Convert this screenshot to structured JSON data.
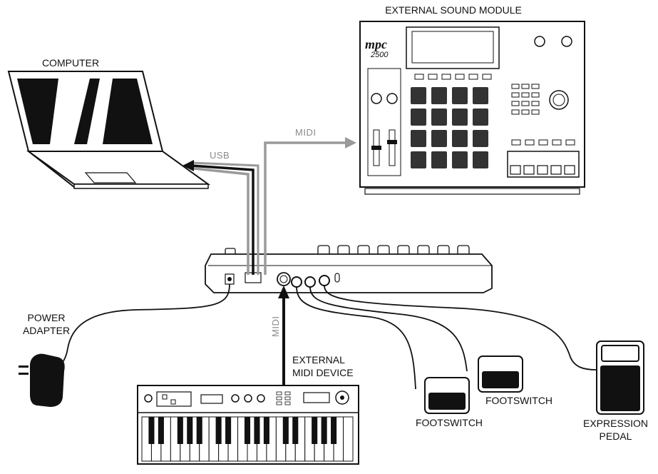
{
  "labels": {
    "sound_module": "EXTERNAL SOUND MODULE",
    "computer": "COMPUTER",
    "power_adapter_line1": "POWER",
    "power_adapter_line2": "ADAPTER",
    "external_midi_line1": "EXTERNAL",
    "external_midi_line2": "MIDI DEVICE",
    "footswitch_1": "FOOTSWITCH",
    "footswitch_2": "FOOTSWITCH",
    "expression_line1": "EXPRESSION",
    "expression_line2": "PEDAL"
  },
  "cable_labels": {
    "usb": "USB",
    "midi_out": "MIDI",
    "midi_in": "MIDI"
  },
  "module": {
    "brand": "mpc",
    "model": "2500"
  },
  "colors": {
    "ink": "#111111",
    "cable_gray": "#9a9a9a",
    "pad": "#333333"
  }
}
